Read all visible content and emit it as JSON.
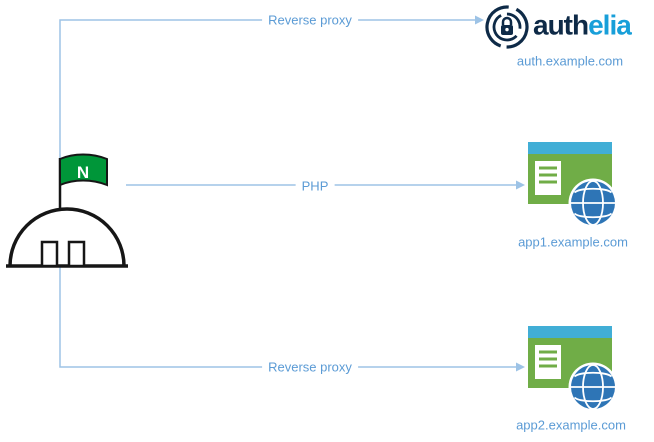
{
  "nodes": {
    "nginx": {
      "flag_letter": "N"
    },
    "authelia": {
      "wordmark_prefix": "auth",
      "wordmark_suffix": "elia",
      "domain": "auth.example.com"
    },
    "app1": {
      "domain": "app1.example.com"
    },
    "app2": {
      "domain": "app2.example.com"
    }
  },
  "connections": {
    "top": {
      "label": "Reverse proxy"
    },
    "middle": {
      "label": "PHP"
    },
    "bottom": {
      "label": "Reverse proxy"
    }
  },
  "colors": {
    "connector": "#9dc3e6",
    "connector_text": "#5b9bd5",
    "nginx_green": "#009639",
    "authelia_navy": "#0e2a47",
    "authelia_blue": "#189fd9",
    "app_window_green": "#70ad47",
    "app_titlebar_blue": "#41aed6",
    "globe_blue": "#2e75b6",
    "outline_black": "#161616"
  }
}
